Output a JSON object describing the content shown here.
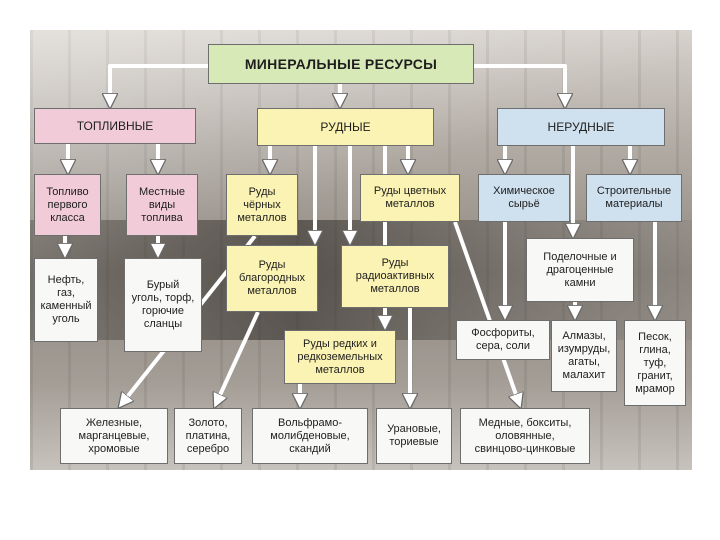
{
  "title": "МИНЕРАЛЬНЫЕ РЕСУРСЫ",
  "categories": {
    "fuel": "ТОПЛИВНЫЕ",
    "ore": "РУДНЫЕ",
    "nonmetal": "НЕРУДНЫЕ"
  },
  "fuel": {
    "first_class": "Топливо\nпервого\nкласса",
    "local": "Местные\nвиды\nтоплива",
    "first_class_examples": "Нефть,\nгаз,\nкаменный\nуголь",
    "local_examples": "Бурый\nуголь, торф,\nгорючие\nсланцы"
  },
  "ore": {
    "ferrous": "Руды\nчёрных\nметаллов",
    "nonferrous": "Руды цветных\nметаллов",
    "precious": "Руды\nблагородных\nметаллов",
    "radioactive": "Руды\nрадиоактивных\nметаллов",
    "rare_earth": "Руды редких и\nредкоземельных\nметаллов"
  },
  "nonmetal": {
    "chemical": "Химическое\nсырьё",
    "construction": "Строительные\nматериалы",
    "gems": "Поделочные и\nдрагоценные\nкамни",
    "phosphorites": "Фосфориты,\nсера, соли",
    "gem_examples": "Алмазы,\nизумруды,\nагаты,\nмалахит",
    "construction_examples": "Песок,\nглина,\nтуф,\nгранит,\nмрамор"
  },
  "bottom": {
    "iron": "Железные,\nмарганцевые,\nхромовые",
    "gold": "Золото,\nплатина,\nсеребро",
    "tungsten": "Вольфрамо-\nмолибденовые,\nскандий",
    "uranium": "Урановые,\nториевые",
    "copper": "Медные, бокситы,\nоловянные,\nсвинцово-цинковые"
  },
  "colors": {
    "title_bg": "#d8e9b8",
    "fuel_bg": "#f1ccd8",
    "ore_bg": "#fbf3b3",
    "nonmetal_bg": "#cfe0ee",
    "leaf_bg": "#f8f8f6",
    "arrow": "#ffffff"
  }
}
